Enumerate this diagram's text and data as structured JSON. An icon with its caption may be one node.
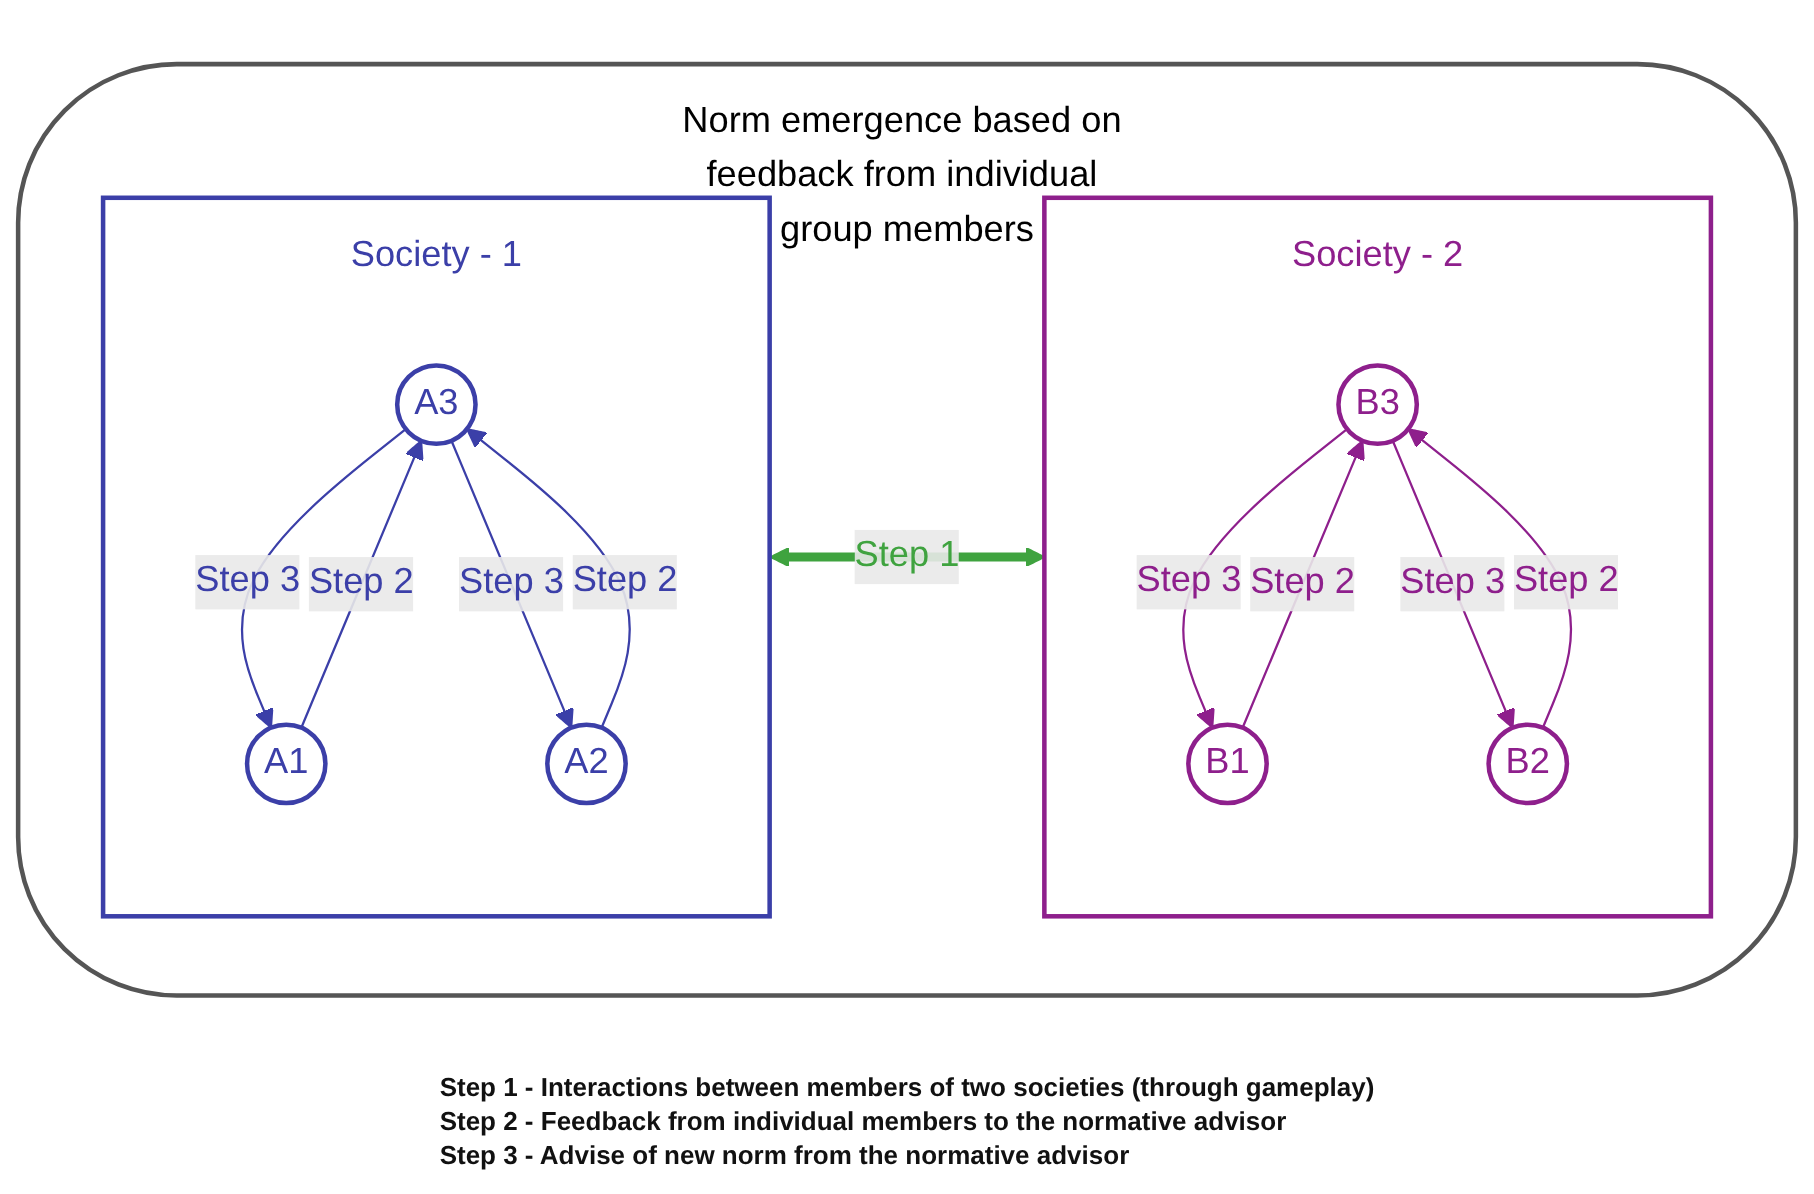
{
  "diagram": {
    "nodes": [
      {
        "text": [
          "Norm emergence based on feedback from individual group members"
        ]
      },
      {
        "text": [
          "Society - 1"
        ],
        "in": 0
      },
      {
        "text": [
          "A3"
        ],
        "in": 1
      },
      {
        "text": [
          "A1"
        ],
        "in": 1
      },
      {
        "text": [
          "A2"
        ],
        "in": 1
      },
      {
        "text": [
          "Society - 2"
        ],
        "in": 0
      },
      {
        "text": [
          "B3"
        ],
        "in": 5
      },
      {
        "text": [
          "B1"
        ],
        "in": 5
      },
      {
        "text": [
          "B2"
        ],
        "in": 5
      }
    ],
    "edges": [
      {
        "from": 1,
        "to": 5,
        "arrow": "both",
        "label": "Step 1",
        "style": "thick",
        "color": "#3fa33f"
      },
      {
        "from": 3,
        "to": 2,
        "arrow": "to",
        "label": "Step 2",
        "color": "#3b3fa8"
      },
      {
        "from": 2,
        "to": 3,
        "arrow": "to",
        "label": "Step 3",
        "color": "#3b3fa8"
      },
      {
        "from": 2,
        "to": 4,
        "arrow": "to",
        "label": "Step 3",
        "color": "#3b3fa8"
      },
      {
        "from": 4,
        "to": 2,
        "arrow": "to",
        "label": "Step 2",
        "color": "#3b3fa8"
      },
      {
        "from": 7,
        "to": 6,
        "arrow": "to",
        "label": "Step 2",
        "color": "#8e1f8c"
      },
      {
        "from": 6,
        "to": 7,
        "arrow": "to",
        "label": "Step 3",
        "color": "#8e1f8c"
      },
      {
        "from": 6,
        "to": 8,
        "arrow": "to",
        "label": "Step 3",
        "color": "#8e1f8c"
      },
      {
        "from": 8,
        "to": 6,
        "arrow": "to",
        "label": "Step 2",
        "color": "#8e1f8c"
      }
    ],
    "labels": [
      "Step 1 - Interactions between members of two societies (through gameplay)",
      "Step 2 - Feedback from individual members to the normative advisor",
      "Step 3 - Advise of new norm from the normative advisor"
    ]
  }
}
